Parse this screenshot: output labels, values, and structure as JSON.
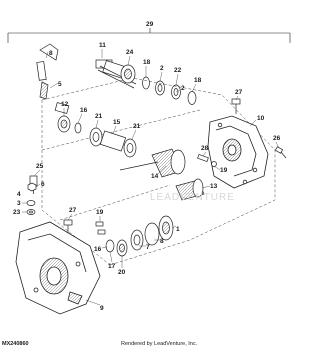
{
  "diagram": {
    "assembly_callout": "29",
    "callouts": [
      "11",
      "24",
      "18",
      "2",
      "22",
      "2",
      "18",
      "8",
      "5",
      "12",
      "16",
      "21",
      "15",
      "21",
      "27",
      "10",
      "26",
      "28",
      "19",
      "14",
      "13",
      "6",
      "4",
      "3",
      "23",
      "25",
      "27",
      "19",
      "9",
      "20",
      "17",
      "16",
      "7",
      "8",
      "1"
    ],
    "image_id": "MX240860",
    "credit": "Rendered by LeadVenture, Inc.",
    "watermark": "LEADVENTURE"
  }
}
